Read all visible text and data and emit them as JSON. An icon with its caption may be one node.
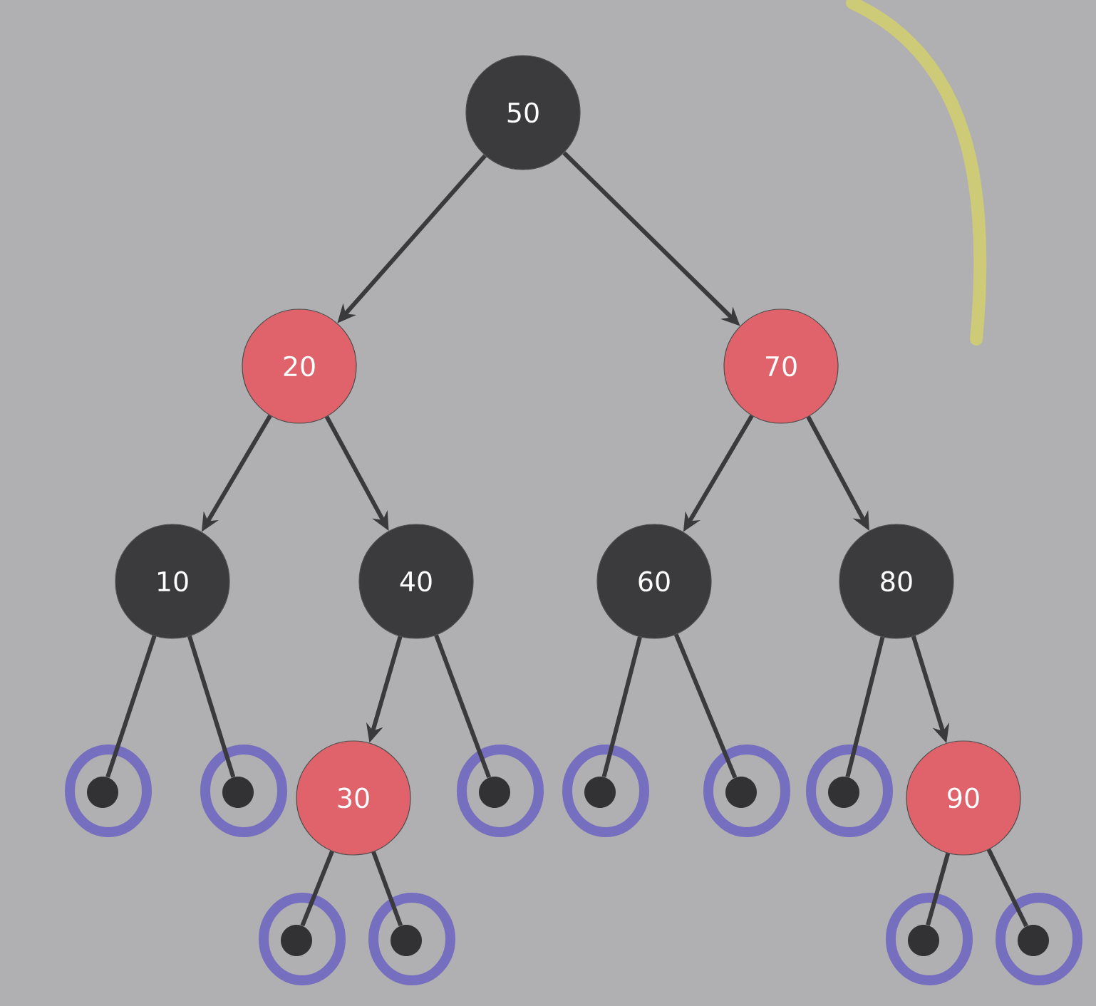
{
  "diagram": {
    "nodes": [
      {
        "text": [
          "50"
        ]
      },
      {
        "text": [
          "20"
        ]
      },
      {
        "text": [
          "70"
        ]
      },
      {
        "text": [
          "10"
        ]
      },
      {
        "text": [
          "40"
        ]
      },
      {
        "text": [
          "60"
        ]
      },
      {
        "text": [
          "80"
        ]
      },
      {
        "text": [
          "30"
        ]
      },
      {
        "text": [
          "90"
        ]
      },
      {
        "text": [],
        "shape": "circle"
      },
      {
        "text": [],
        "shape": "circle"
      },
      {
        "text": [],
        "shape": "circle"
      },
      {
        "text": [],
        "shape": "circle"
      },
      {
        "text": [],
        "shape": "circle"
      },
      {
        "text": [],
        "shape": "circle"
      },
      {
        "text": [],
        "shape": "circle"
      },
      {
        "text": [],
        "shape": "circle"
      },
      {
        "text": [],
        "shape": "circle"
      },
      {
        "text": [],
        "shape": "circle"
      }
    ],
    "edges": [
      {
        "from": 0,
        "to": 1,
        "arrow": "to"
      },
      {
        "from": 0,
        "to": 2,
        "arrow": "to"
      },
      {
        "from": 1,
        "to": 3,
        "arrow": "to"
      },
      {
        "from": 1,
        "to": 4,
        "arrow": "to"
      },
      {
        "from": 2,
        "to": 5,
        "arrow": "to"
      },
      {
        "from": 2,
        "to": 6,
        "arrow": "to"
      },
      {
        "from": 3,
        "to": 9,
        "arrow": "none"
      },
      {
        "from": 3,
        "to": 10,
        "arrow": "none"
      },
      {
        "from": 4,
        "to": 7,
        "arrow": "to"
      },
      {
        "from": 4,
        "to": 11,
        "arrow": "none"
      },
      {
        "from": 5,
        "to": 12,
        "arrow": "none"
      },
      {
        "from": 5,
        "to": 13,
        "arrow": "none"
      },
      {
        "from": 6,
        "to": 14,
        "arrow": "none"
      },
      {
        "from": 6,
        "to": 8,
        "arrow": "to"
      },
      {
        "from": 7,
        "to": 15,
        "arrow": "none"
      },
      {
        "from": 7,
        "to": 16,
        "arrow": "none"
      },
      {
        "from": 8,
        "to": 17,
        "arrow": "none"
      },
      {
        "from": 8,
        "to": 18,
        "arrow": "none"
      }
    ]
  }
}
